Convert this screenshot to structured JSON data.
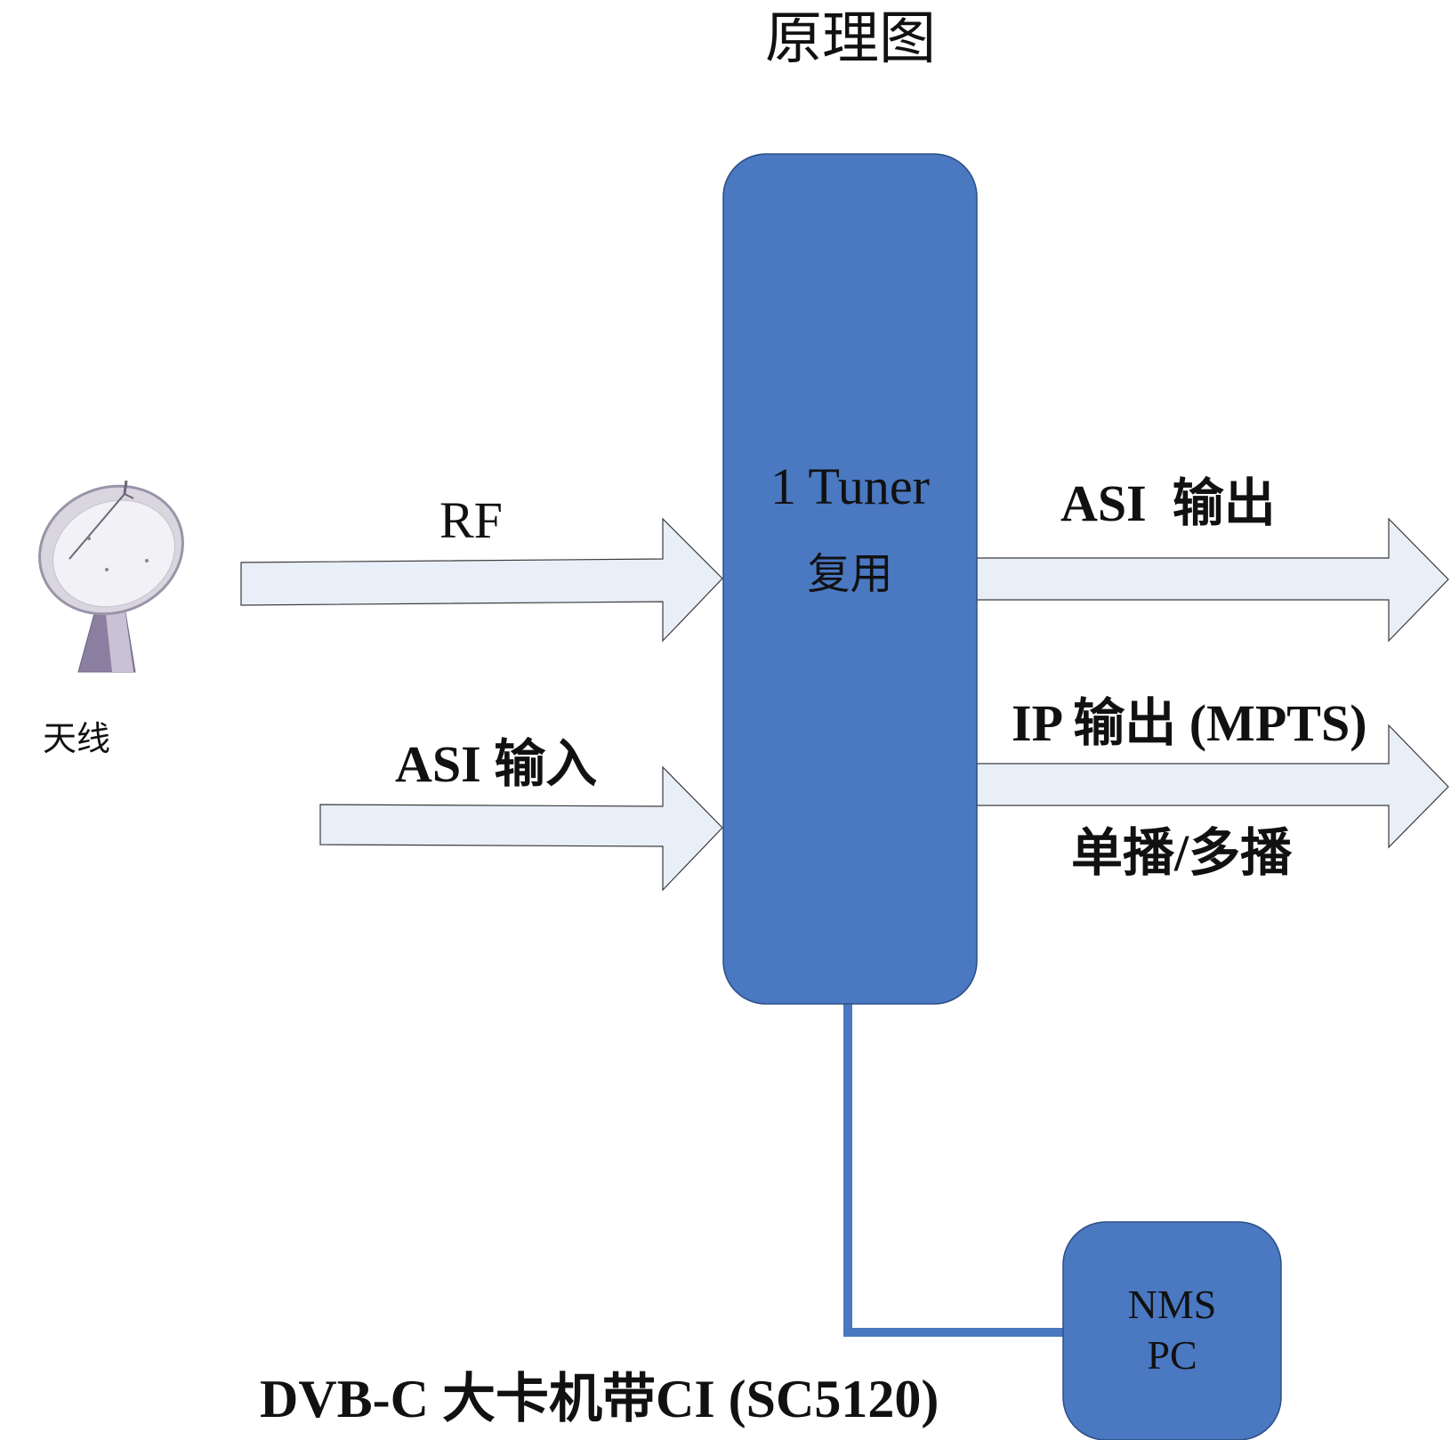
{
  "title": "原理图",
  "antenna": {
    "label": "天线",
    "icon": "satellite-dish-icon"
  },
  "inputs": {
    "rf_label": "RF",
    "asi_label": "ASI 输入"
  },
  "tuner_block": {
    "line1": "1 Tuner",
    "line2": "复用"
  },
  "outputs": {
    "asi_label": "ASI  输出",
    "ip_label": "IP 输出 (MPTS)",
    "ip_sublabel": "单播/多播"
  },
  "nms_block": {
    "line1": "NMS",
    "line2": "PC"
  },
  "product_label": "DVB-C 大卡机带CI (SC5120)",
  "colors": {
    "block_fill": "#4a78c1",
    "block_stroke": "#2c4f86",
    "arrow_fill": "#e9eff8",
    "arrow_stroke": "#3a3a3a",
    "connector": "#4a78c1"
  }
}
